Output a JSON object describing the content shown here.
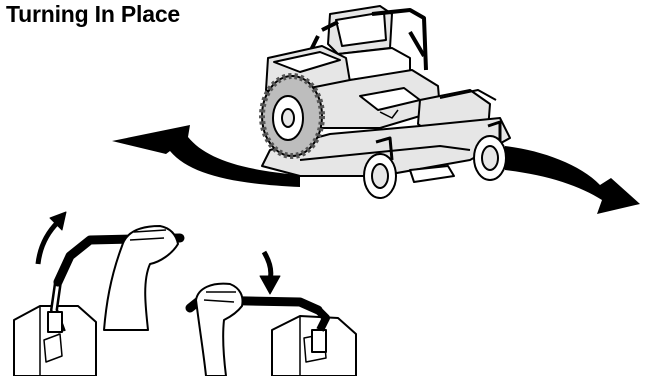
{
  "heading": "Turning In Place",
  "colors": {
    "ink": "#000000",
    "paper": "#ffffff",
    "mower_body": "#e6e6e6"
  },
  "illustration": {
    "subject": "zero-turn-riding-mower",
    "left_motion_lever": "push-forward",
    "right_motion_lever": "pull-back",
    "rotation": "spin-in-place"
  }
}
